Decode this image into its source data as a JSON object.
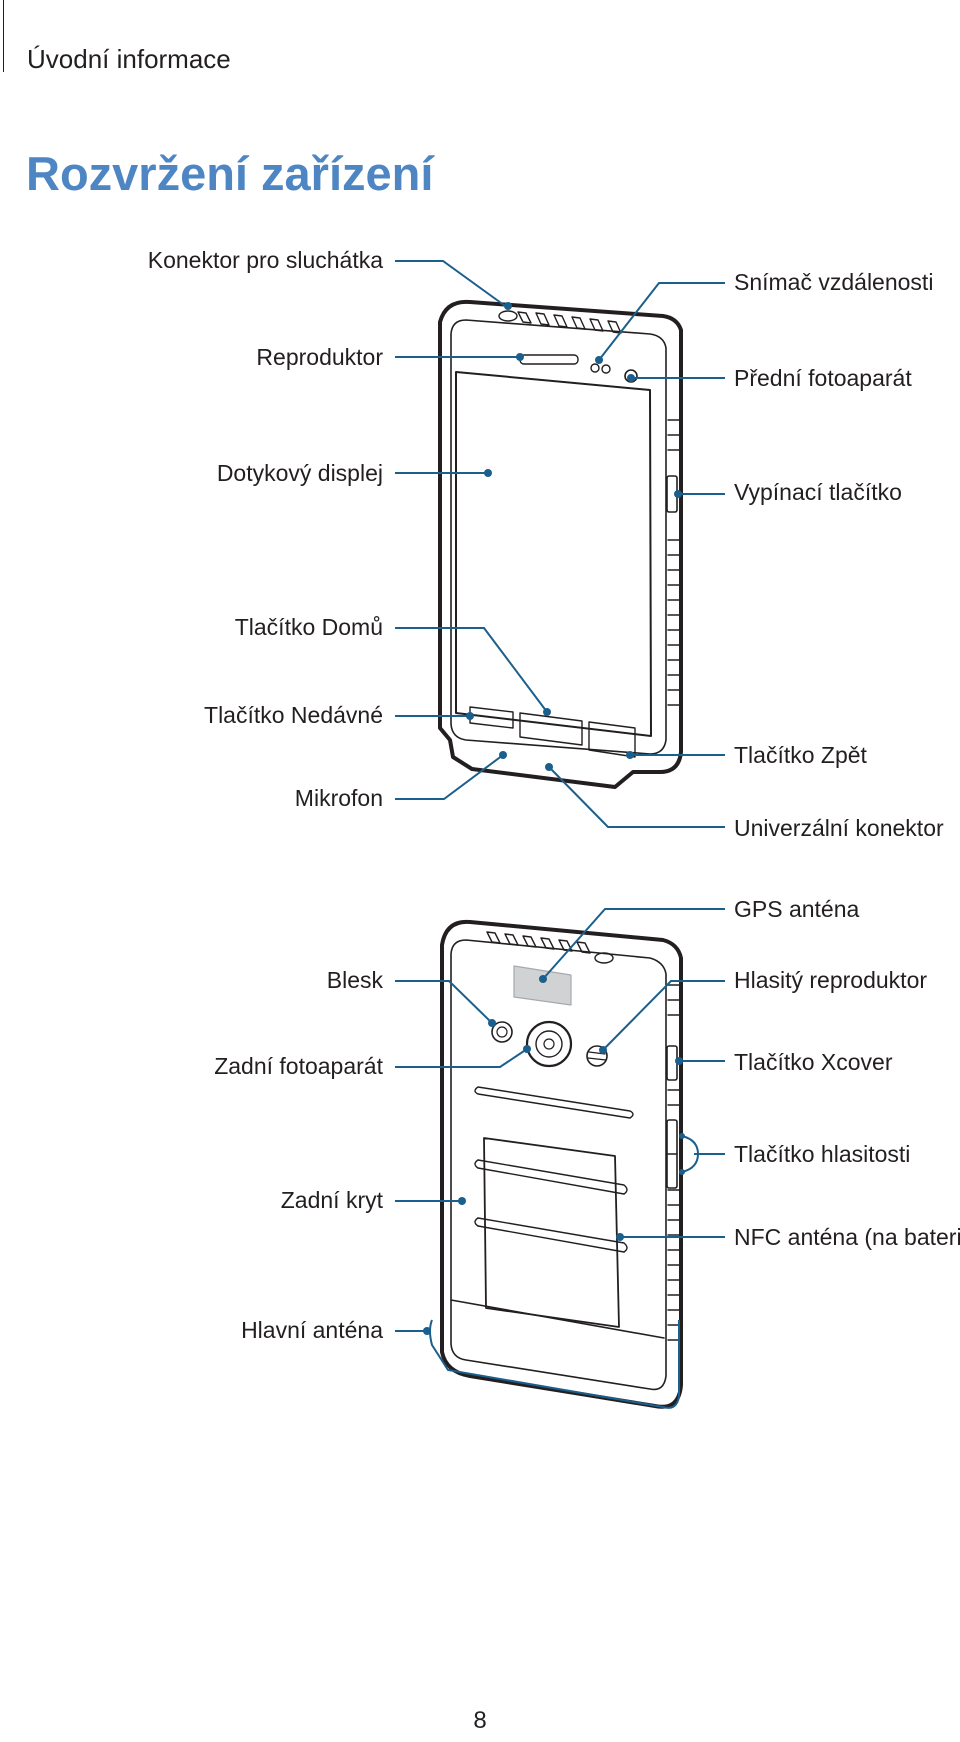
{
  "header": {
    "section": "Úvodní informace"
  },
  "page": {
    "title": "Rozvržení zařízení",
    "number": "8"
  },
  "front": {
    "labels_left": {
      "headset_jack": "Konektor pro sluchátka",
      "earpiece": "Reproduktor",
      "touchscreen": "Dotykový displej",
      "home": "Tlačítko Domů",
      "recent": "Tlačítko Nedávné",
      "mic": "Mikrofon"
    },
    "labels_right": {
      "proximity": "Snímač vzdálenosti",
      "front_camera": "Přední fotoaparát",
      "power": "Vypínací tlačítko",
      "back": "Tlačítko Zpět",
      "usb": "Univerzální konektor"
    }
  },
  "rear": {
    "labels_left": {
      "flash": "Blesk",
      "rear_camera": "Zadní fotoaparát",
      "back_cover": "Zadní kryt",
      "main_antenna": "Hlavní anténa"
    },
    "labels_right": {
      "gps": "GPS anténa",
      "speaker": "Hlasitý reproduktor",
      "xcover": "Tlačítko Xcover",
      "volume": "Tlačítko hlasitosti",
      "nfc": "NFC anténa (na baterii)"
    }
  },
  "colors": {
    "title": "#4e86c4",
    "callout": "#1b5f8c",
    "text": "#231f20"
  }
}
